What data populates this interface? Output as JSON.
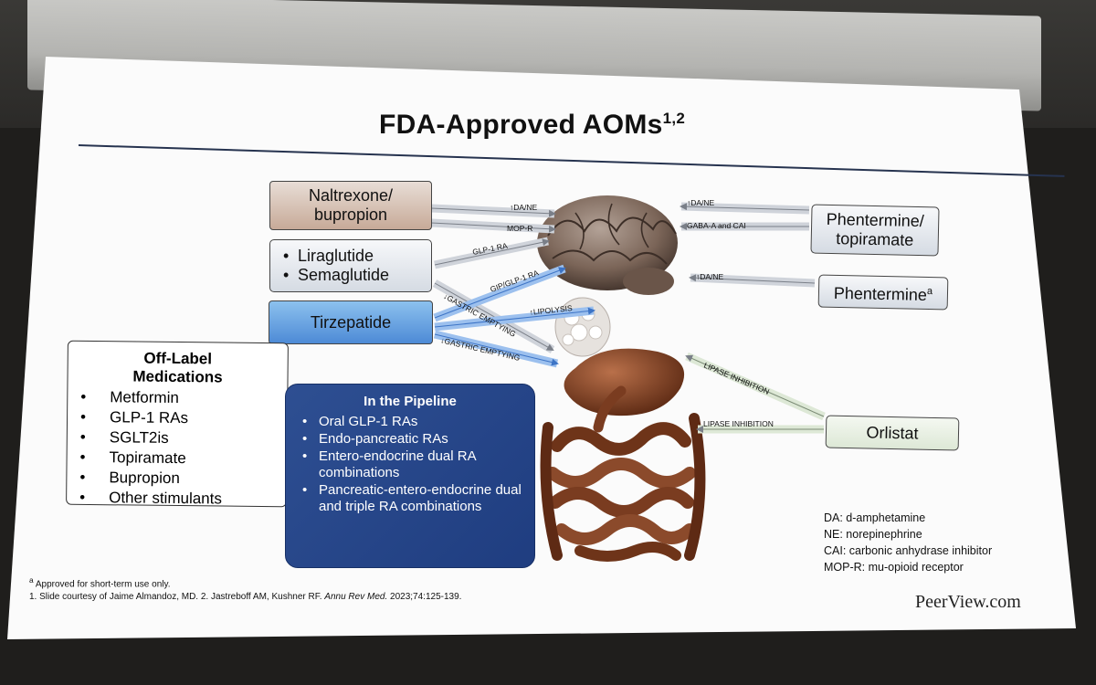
{
  "slide": {
    "title": "FDA-Approved AOMs",
    "title_refs": "1,2",
    "brand": "PeerView.com"
  },
  "drugs": {
    "naltrexone": "Naltrexone/ bupropion",
    "glp1": [
      "Liraglutide",
      "Semaglutide"
    ],
    "tirzepatide": "Tirzepatide",
    "phen_topiramate": "Phentermine/ topiramate",
    "phentermine": "Phentermine",
    "phentermine_sup": "a",
    "orlistat": "Orlistat"
  },
  "arrows": {
    "da_ne": "↑DA/NE",
    "mop_r": "MOP-R",
    "da_ne_right": "↑DA/NE",
    "gaba": "GABA-A and CAI",
    "glp1_ra": "GLP-1 RA",
    "gip_glp1_ra": "GIP/GLP-1 RA",
    "gastric_1": "↓GASTRIC EMPTYING",
    "lipolysis": "↑LIPOLYSIS",
    "gastric_2": "↓GASTRIC EMPTYING",
    "phentermine_da_ne": "↑DA/NE",
    "lipase_1": "LIPASE INHIBITION",
    "lipase_2": "LIPASE INHIBITION"
  },
  "off_label": {
    "title": "Off-Label Medications",
    "items": [
      "Metformin",
      "GLP-1 RAs",
      "SGLT2is",
      "Topiramate",
      "Bupropion",
      "Other stimulants"
    ]
  },
  "pipeline": {
    "title": "In the Pipeline",
    "items": [
      "Oral GLP-1 RAs",
      "Endo-pancreatic RAs",
      "Entero-endocrine dual RA combinations",
      "Pancreatic-entero-endocrine dual and triple RA combinations"
    ]
  },
  "legend": [
    "DA: d-amphetamine",
    "NE: norepinephrine",
    "CAI: carbonic anhydrase inhibitor",
    "MOP-R: mu-opioid receptor"
  ],
  "footnotes": {
    "a_note": "Approved for short-term use only.",
    "refs_prefix": "1. Slide courtesy of Jaime Almandoz, MD. 2. Jastreboff AM, Kushner RF.",
    "journal": "Annu Rev Med.",
    "refs_suffix": "2023;74:125-139."
  },
  "colors": {
    "pipeline_bg": "#1f3d80",
    "tirzepatide_blue": "#4d8ad6",
    "arrow_blue": "#5b8fd8",
    "arrow_grey": "#d2d6de",
    "brain": "#7b6558",
    "stomach": "#7a3a20",
    "intestine": "#8b4a2b"
  }
}
